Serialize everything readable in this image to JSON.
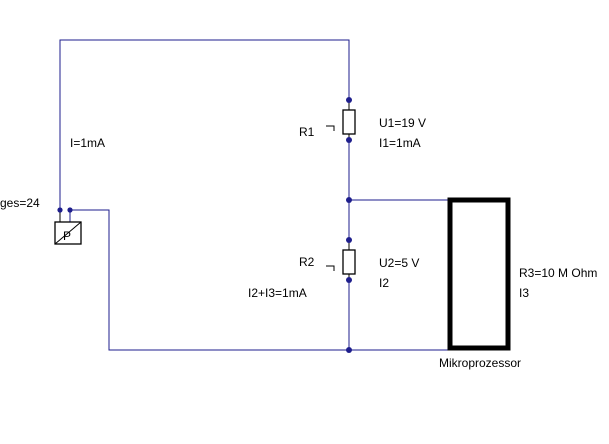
{
  "source": {
    "partial_label": "ges=24",
    "current_label": "I=1mA",
    "symbol_letter": "P"
  },
  "r1": {
    "name": "R1",
    "voltage": "U1=19 V",
    "current": "I1=1mA"
  },
  "r2": {
    "name": "R2",
    "voltage": "U2=5 V",
    "current": "I2",
    "sum_current": "I2+I3=1mA"
  },
  "r3": {
    "resistance": "R3=10 M Ohm",
    "current": "I3",
    "caption": "Mikroprozessor"
  },
  "colors": {
    "wire": "#1e1e8c",
    "component": "#000000",
    "background": "#ffffff"
  }
}
